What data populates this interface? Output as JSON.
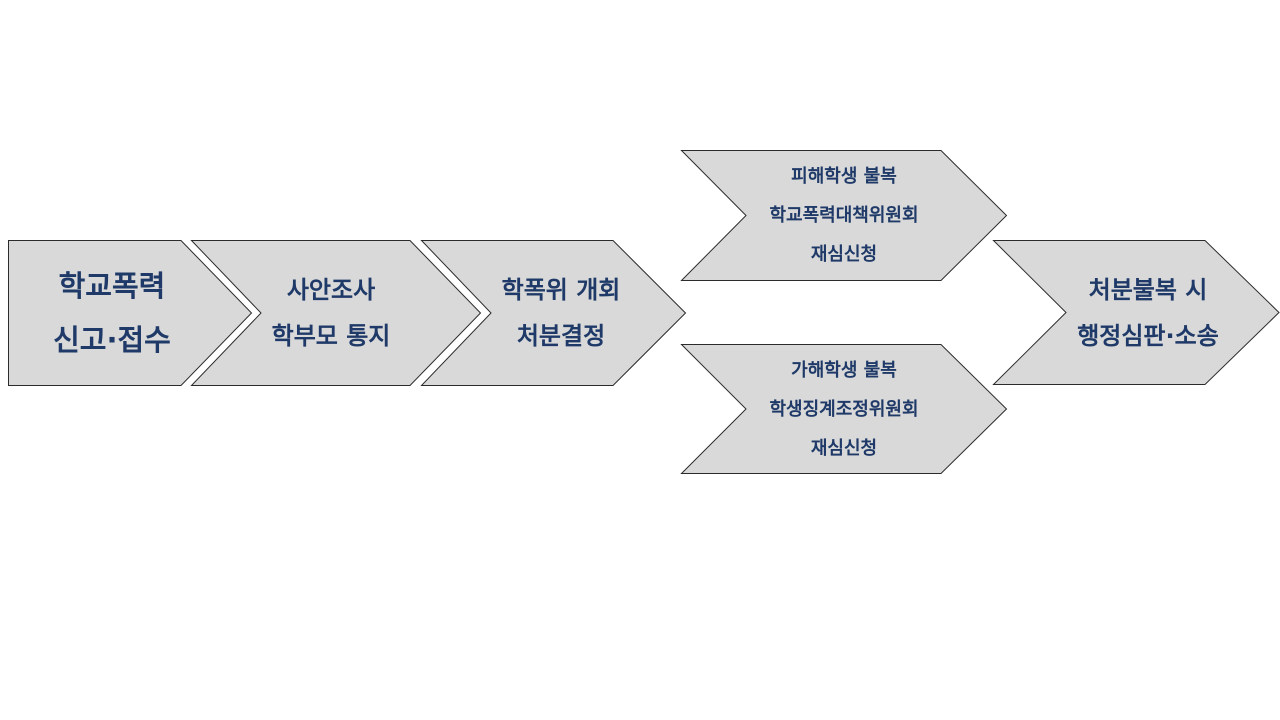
{
  "diagram": {
    "steps": [
      {
        "id": "report",
        "lines": [
          "학교폭력",
          "신고·접수"
        ]
      },
      {
        "id": "investigate",
        "lines": [
          "사안조사",
          "학부모 통지"
        ]
      },
      {
        "id": "committee",
        "lines": [
          "학폭위 개회",
          "처분결정"
        ]
      },
      {
        "id": "victim-appeal",
        "lines": [
          "피해학생 불복",
          "학교폭력대책위원회",
          "재심신청"
        ]
      },
      {
        "id": "offender-appeal",
        "lines": [
          "가해학생 불복",
          "학생징계조정위원회",
          "재심신청"
        ]
      },
      {
        "id": "admin-appeal",
        "lines": [
          "처분불복 시",
          "행정심판·소송"
        ]
      }
    ],
    "colors": {
      "shape_fill": "#d9d9d9",
      "shape_border": "#2b2b2b",
      "text": "#1f3a68"
    }
  }
}
